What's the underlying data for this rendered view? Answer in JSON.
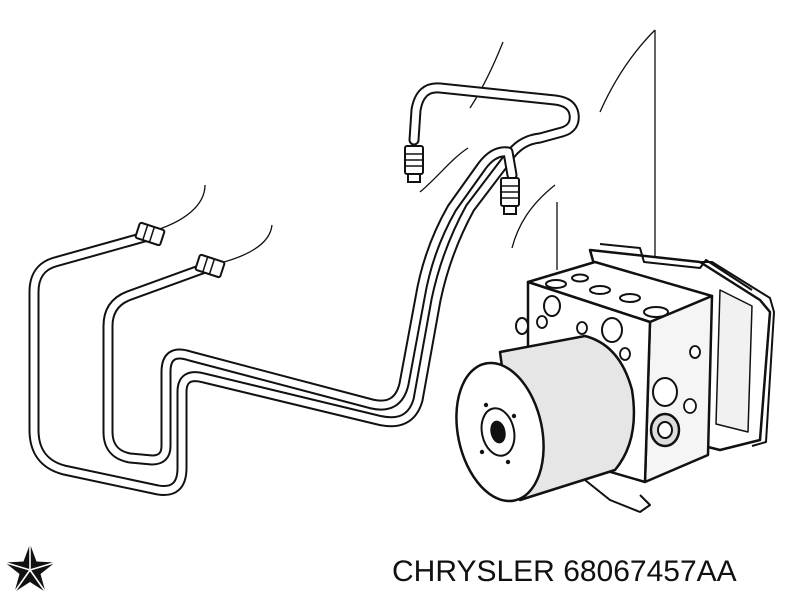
{
  "part_label": {
    "brand": "CHRYSLER",
    "part_number": "68067457AA"
  },
  "logo": {
    "icon": "pentastar-icon",
    "color": "#111111"
  },
  "diagram": {
    "subject": "brake-lines-and-abs-module",
    "stroke_color": "#111111",
    "fill_color": "#ffffff",
    "shade_color": "#e6e6e6"
  }
}
